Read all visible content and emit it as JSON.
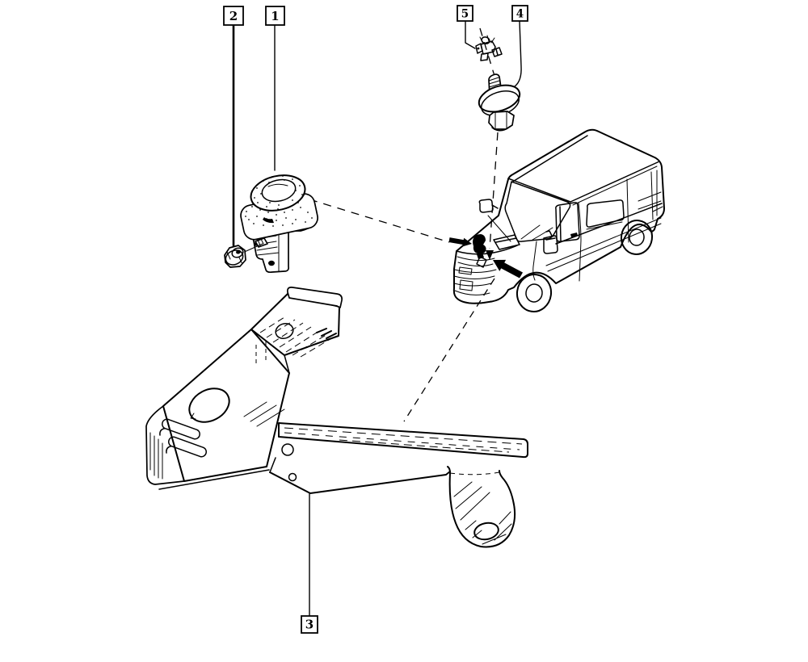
{
  "figure": {
    "type": "exploded-parts-diagram",
    "background_color": "#ffffff",
    "line_color": "#000000",
    "callouts": [
      {
        "label": "1",
        "part": "cylindrical-valve-unit"
      },
      {
        "label": "2",
        "part": "flange-nut"
      },
      {
        "label": "3",
        "part": "mounting-bracket"
      },
      {
        "label": "4",
        "part": "pressure-switch"
      },
      {
        "label": "5",
        "part": "retaining-clip"
      }
    ],
    "vehicle": "panel-van-front-three-quarter-view"
  }
}
